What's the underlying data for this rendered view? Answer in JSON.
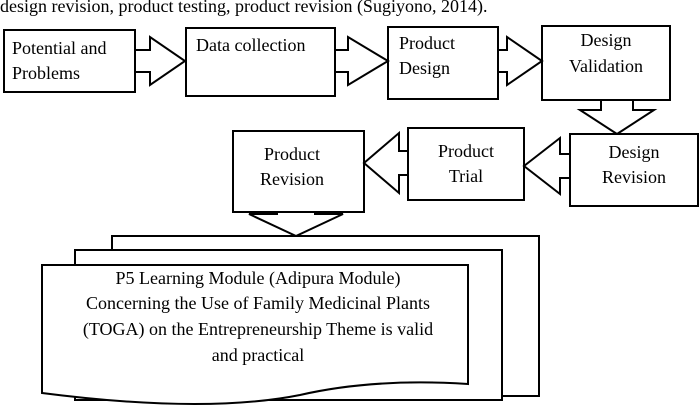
{
  "caption_top": "design revision, product testing, product revision (Sugiyono, 2014).",
  "steps": [
    {
      "id": "potential",
      "lines": [
        "Potential and",
        "Problems"
      ]
    },
    {
      "id": "data-collection",
      "lines": [
        "Data collection"
      ]
    },
    {
      "id": "product-design",
      "lines": [
        "Product",
        "Design"
      ]
    },
    {
      "id": "design-validation",
      "lines": [
        "Design",
        "Validation"
      ]
    },
    {
      "id": "design-revision",
      "lines": [
        "Design",
        "Revision"
      ]
    },
    {
      "id": "product-trial",
      "lines": [
        "Product",
        "Trial"
      ]
    },
    {
      "id": "product-revision",
      "lines": [
        "Product",
        "Revision"
      ]
    }
  ],
  "result": {
    "lines": [
      "P5 Learning Module (Adipura Module)",
      "Concerning the Use of Family Medicinal Plants",
      "(TOGA) on the Entrepreneurship Theme is valid",
      "and practical"
    ]
  }
}
